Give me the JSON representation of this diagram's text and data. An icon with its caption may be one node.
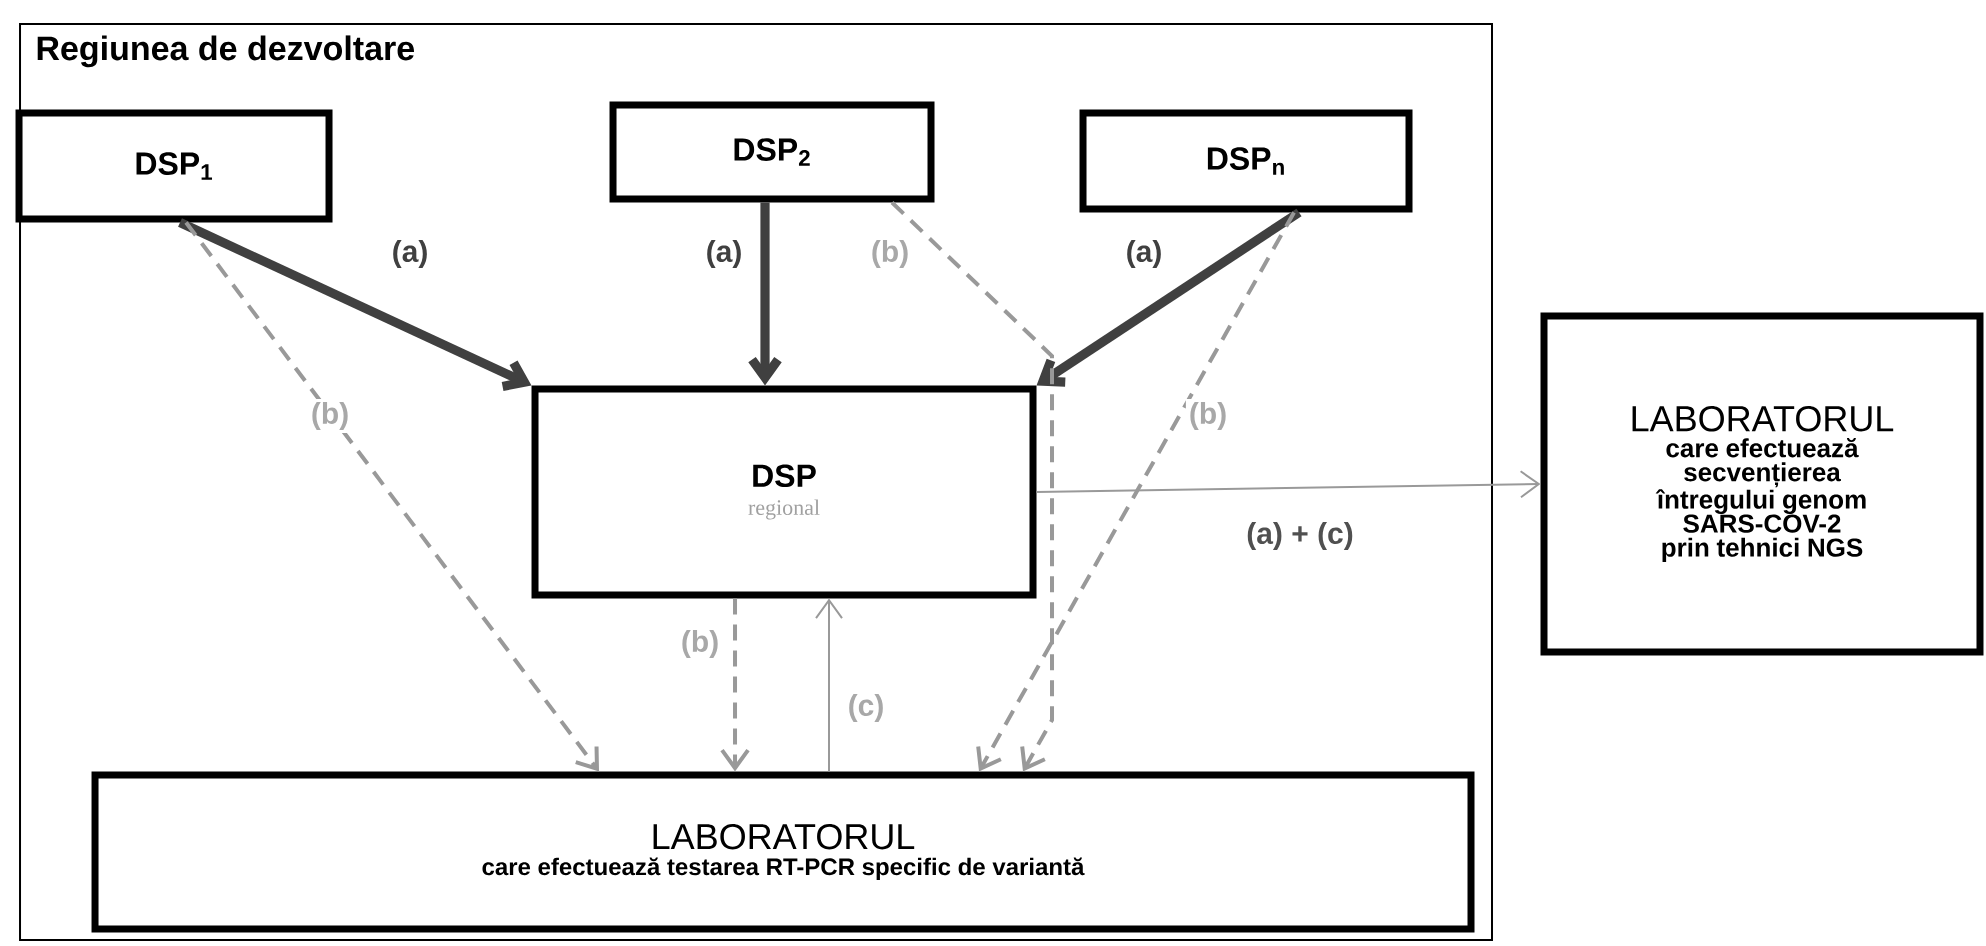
{
  "diagram": {
    "nodes": [
      {
        "text": [
          "Regiunea de dezvoltare"
        ]
      },
      {
        "text": [
          "DSP$_{1}$"
        ],
        "in": 0
      },
      {
        "text": [
          "DSP$_{2}$"
        ],
        "in": 0
      },
      {
        "text": [
          "DSP$_{n}$"
        ],
        "in": 0
      },
      {
        "text": [
          "DSP",
          "regional"
        ],
        "in": 0
      },
      {
        "text": [
          "LABORATORUL",
          "care efectuează testarea RT-PCR specific de variantă"
        ],
        "in": 0
      },
      {
        "text": [
          "LABORATORUL",
          "care efectuează secvențierea întregului genom SARS-COV-2 prin tehnici NGS"
        ]
      }
    ],
    "edges": [
      {
        "from": 1,
        "to": 4,
        "arrow": "to",
        "label": "(a)",
        "style": "thick",
        "color": "#404040"
      },
      {
        "from": 2,
        "to": 4,
        "arrow": "to",
        "label": "(a)",
        "style": "thick",
        "color": "#404040"
      },
      {
        "from": 3,
        "to": 4,
        "arrow": "to",
        "label": "(a)",
        "style": "thick",
        "color": "#404040"
      },
      {
        "from": 1,
        "to": 5,
        "arrow": "to",
        "label": "(b)",
        "style": "dashed"
      },
      {
        "from": 2,
        "to": 5,
        "arrow": "to",
        "label": "(b)",
        "style": "dashed"
      },
      {
        "from": 3,
        "to": 5,
        "arrow": "to",
        "label": "(b)",
        "style": "dashed"
      },
      {
        "from": 4,
        "to": 5,
        "arrow": "to",
        "label": "(b)",
        "style": "dashed"
      },
      {
        "from": 5,
        "to": 4,
        "arrow": "to",
        "label": "(c)"
      },
      {
        "from": 4,
        "to": 6,
        "arrow": "to",
        "label": "(a) + (c)"
      }
    ]
  }
}
